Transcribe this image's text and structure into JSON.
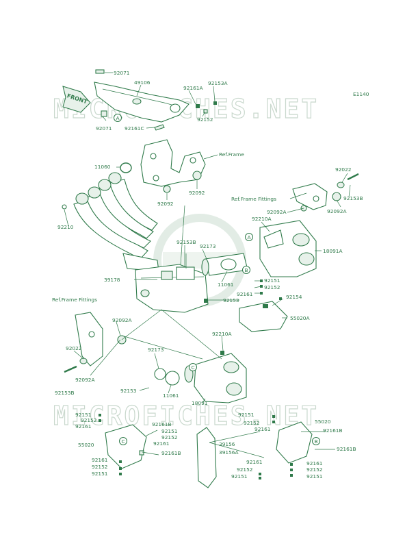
{
  "diagram_id": "E1140",
  "watermarks": [
    "MICROFICHES.NET",
    "MICROFICHES.NET"
  ],
  "front_label": "FRONT",
  "labels": {
    "p92071a": "92071",
    "p49106": "49106",
    "p92161A": "92161A",
    "p92153A": "92153A",
    "p92152a": "92152",
    "p92161C": "92161C",
    "p92071b": "92071",
    "p11060": "11060",
    "refFrame": "Ref.Frame",
    "p92092a": "92092",
    "p92092b": "92092",
    "p92022a": "92022",
    "p92153Ba": "92153B",
    "refFrameFittings1": "Ref.Frame Fittings",
    "p92092Aa": "92092A",
    "p92092Ab": "92092A",
    "p92210A": "92210A",
    "p92210": "92210",
    "p92153B": "92153B",
    "p92173a": "92173",
    "p18091A": "18091A",
    "p39178": "39178",
    "p11061a": "11061",
    "p92151a": "92151",
    "p92152b": "92152",
    "p92161a": "92161",
    "p92153": "92153",
    "p92154": "92154",
    "refFrameFittings2": "Ref.Frame Fittings",
    "p92092Ac": "92092A",
    "p55020A": "55020A",
    "p92210Ab": "92210A",
    "p92022b": "92022",
    "p92173b": "92173",
    "p92092Ad": "92092A",
    "p92153b": "92153",
    "p11061b": "11061",
    "p92153Bb": "92153B",
    "p18091": "18091",
    "L92151a": "92151",
    "L92152a": "92152",
    "L92161a": "92161",
    "L92161Ba": "92161B",
    "L92151b": "92151",
    "L92152b": "92152",
    "L55020": "55020",
    "L92161b": "92161",
    "L92161Bb": "92161B",
    "L92161c": "92161",
    "L92152c": "92152",
    "L92151c": "92151",
    "M39156": "39156",
    "M39156A": "39156A",
    "R92151a": "92151",
    "R92152a": "92152",
    "R55020": "55020",
    "R92161a": "92161",
    "R92161Ba": "92161B",
    "R92161Bb": "92161B",
    "R92161b": "92161",
    "R92161c": "92161",
    "R92152b": "92152",
    "R92152c": "92152",
    "R92151b": "92151",
    "R92151c": "92151"
  },
  "callouts": {
    "a1": "A",
    "a2": "A",
    "b1": "B",
    "b2": "B",
    "c1": "C",
    "c2": "C"
  },
  "colors": {
    "line": "#2f7a4a",
    "fill": "#e7f1ea",
    "watermark": "#c9d8cd"
  }
}
